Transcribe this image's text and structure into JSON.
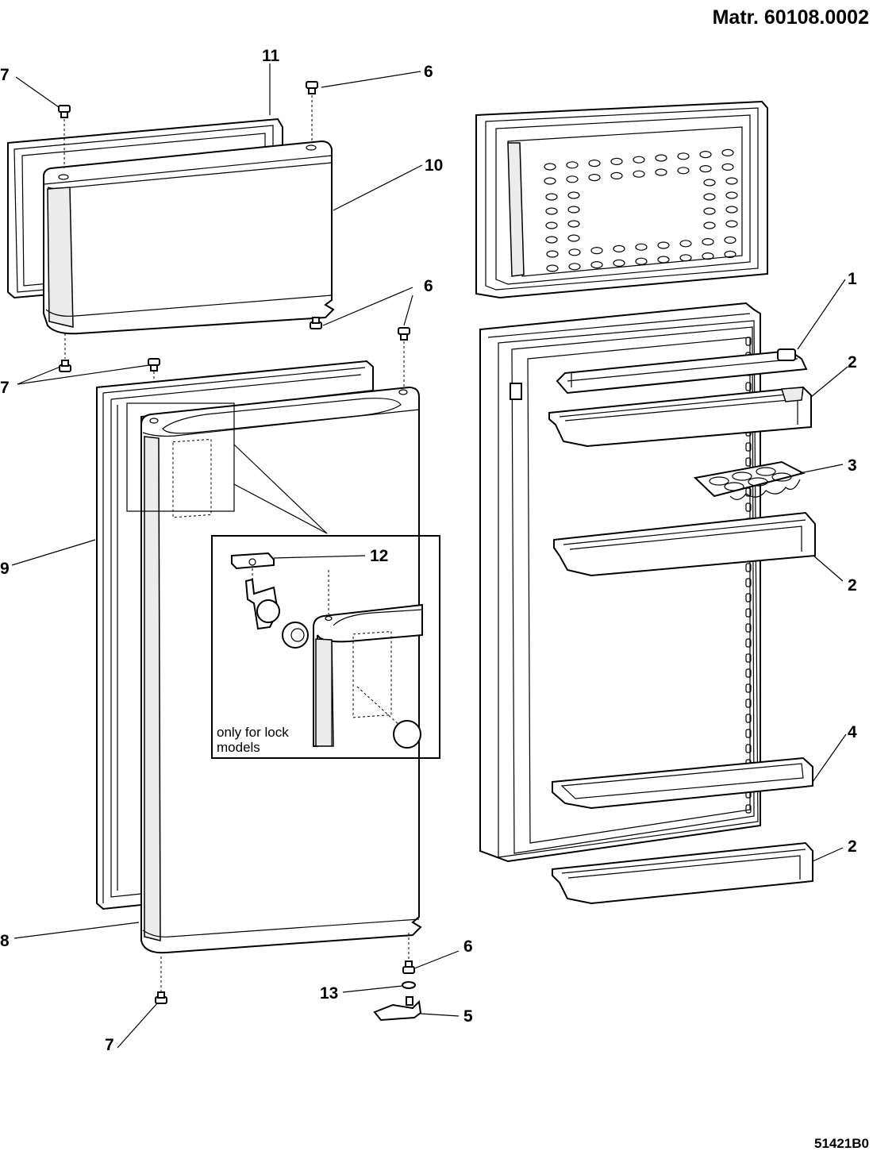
{
  "header": {
    "material_code": "Matr. 60108.0002"
  },
  "footer": {
    "drawing_code": "51421B0"
  },
  "inset": {
    "note_line1": "only for lock",
    "note_line2": "models"
  },
  "callouts": {
    "c7_top": "7",
    "c11": "11",
    "c6_top": "6",
    "c10": "10",
    "c6_mid": "6",
    "c1": "1",
    "c7_mid": "7",
    "c2_a": "2",
    "c3": "3",
    "c12": "12",
    "c9": "9",
    "c2_b": "2",
    "c4": "4",
    "c2_c": "2",
    "c8": "8",
    "c6_bot": "6",
    "c13": "13",
    "c5": "5",
    "c7_bot": "7"
  }
}
